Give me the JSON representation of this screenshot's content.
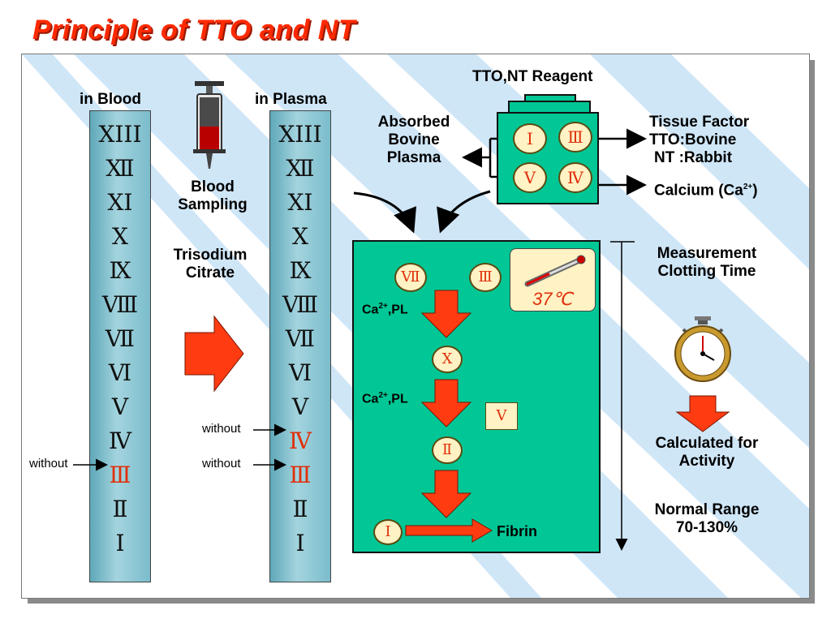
{
  "title": "Principle of TTO and NT",
  "blood_column": {
    "label": "in Blood",
    "factors": [
      "XIII",
      "Ⅻ",
      "XI",
      "X",
      "Ⅸ",
      "Ⅷ",
      "Ⅶ",
      "Ⅵ",
      "Ⅴ",
      "Ⅳ",
      "Ⅲ",
      "Ⅱ",
      "Ⅰ"
    ],
    "without_label": "without"
  },
  "plasma_column": {
    "label": "in Plasma",
    "factors": [
      "XIII",
      "Ⅻ",
      "XI",
      "X",
      "Ⅸ",
      "Ⅷ",
      "Ⅶ",
      "Ⅵ",
      "Ⅴ",
      "Ⅳ",
      "Ⅲ",
      "Ⅱ",
      "Ⅰ"
    ],
    "without_label_1": "without",
    "without_label_2": "without"
  },
  "sampling": {
    "line1": "Blood",
    "line2": "Sampling",
    "citrate_line1": "Trisodium",
    "citrate_line2": "Citrate"
  },
  "reagent": {
    "title": "TTO,NT Reagent",
    "absorbed_line1": "Absorbed",
    "absorbed_line2": "Bovine",
    "absorbed_line3": "Plasma",
    "factor_I": "Ⅰ",
    "factor_III": "Ⅲ",
    "factor_V": "Ⅴ",
    "factor_IV": "Ⅳ",
    "tissue_factor": "Tissue Factor",
    "tto": "TTO:Bovine",
    "nt": "NT :Rabbit",
    "calcium": "Calcium (Ca",
    "calcium_sup": "2+",
    "calcium_end": ")"
  },
  "cascade": {
    "factor_VII": "Ⅶ",
    "factor_III": "Ⅲ",
    "factor_X": "Ⅹ",
    "factor_V": "V",
    "factor_II": "Ⅱ",
    "factor_I": "Ⅰ",
    "ca_pl_1_a": "Ca",
    "ca_pl_1_sup": "2+",
    "ca_pl_1_b": ",PL",
    "ca_pl_2_a": "Ca",
    "ca_pl_2_sup": "2+",
    "ca_pl_2_b": ",PL",
    "fibrin": "Fibrin",
    "temperature": "37℃"
  },
  "measurement": {
    "line1": "Measurement",
    "line2": "Clotting Time",
    "calc_line1": "Calculated for",
    "calc_line2": "Activity",
    "range_line1": "Normal Range",
    "range_line2": "70-130%"
  },
  "colors": {
    "title": "#ff2a00",
    "accent_red": "#ff3b12",
    "green_box": "#00c795",
    "factor_fill": "#fff2c4",
    "stripe": "#cfe6f7"
  },
  "icons": [
    "syringe-icon",
    "thermometer-icon",
    "stopwatch-icon"
  ]
}
